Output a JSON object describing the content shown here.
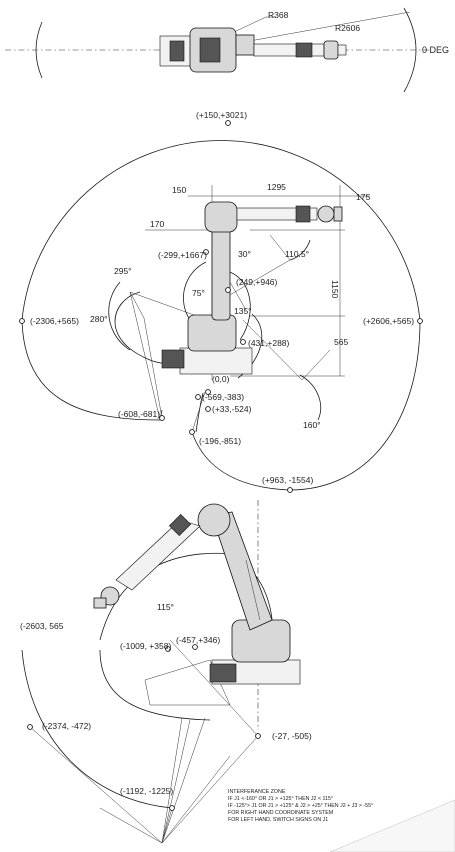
{
  "top_view": {
    "radius_inner": "R368",
    "radius_outer": "R2606",
    "zero_degree": "0 DEG"
  },
  "side_view": {
    "points": [
      "(+150,+3021)",
      "(-299,+1667)",
      "(249,+946)",
      "(-2306,+565)",
      "(+2606,+565)",
      "(431,+288)",
      "(0,0)",
      "(-569,-383)",
      "(-608,-681)",
      "(+33,-524)",
      "(-196,-851)",
      "(+963, -1554)"
    ],
    "dimensions": [
      "150",
      "1295",
      "175",
      "170",
      "1150",
      "565"
    ],
    "angles": [
      "30°",
      "110.5°",
      "295°",
      "75°",
      "135°",
      "280°",
      "160°"
    ]
  },
  "interference_view": {
    "points": [
      "(-2603, 565",
      "(-1009, +358)",
      "(-457,+346)",
      "(-2374, -472)",
      "(-27, -505)",
      "(-1192, -1225)"
    ],
    "angles": [
      "115°"
    ],
    "notes": [
      "INTERFERANCE ZONE",
      "IF J1 <-160° OR J1 > +125° THEN J2 < 115°",
      "IF -125°> J1 OR J1 > +125° & J2 > +25° THEN J2 + J3 > -55°",
      "FOR RIGHT HAND COORDINATE SYSTEM",
      "FOR LEFT HAND, SWITCH SIGNS ON J1"
    ]
  }
}
